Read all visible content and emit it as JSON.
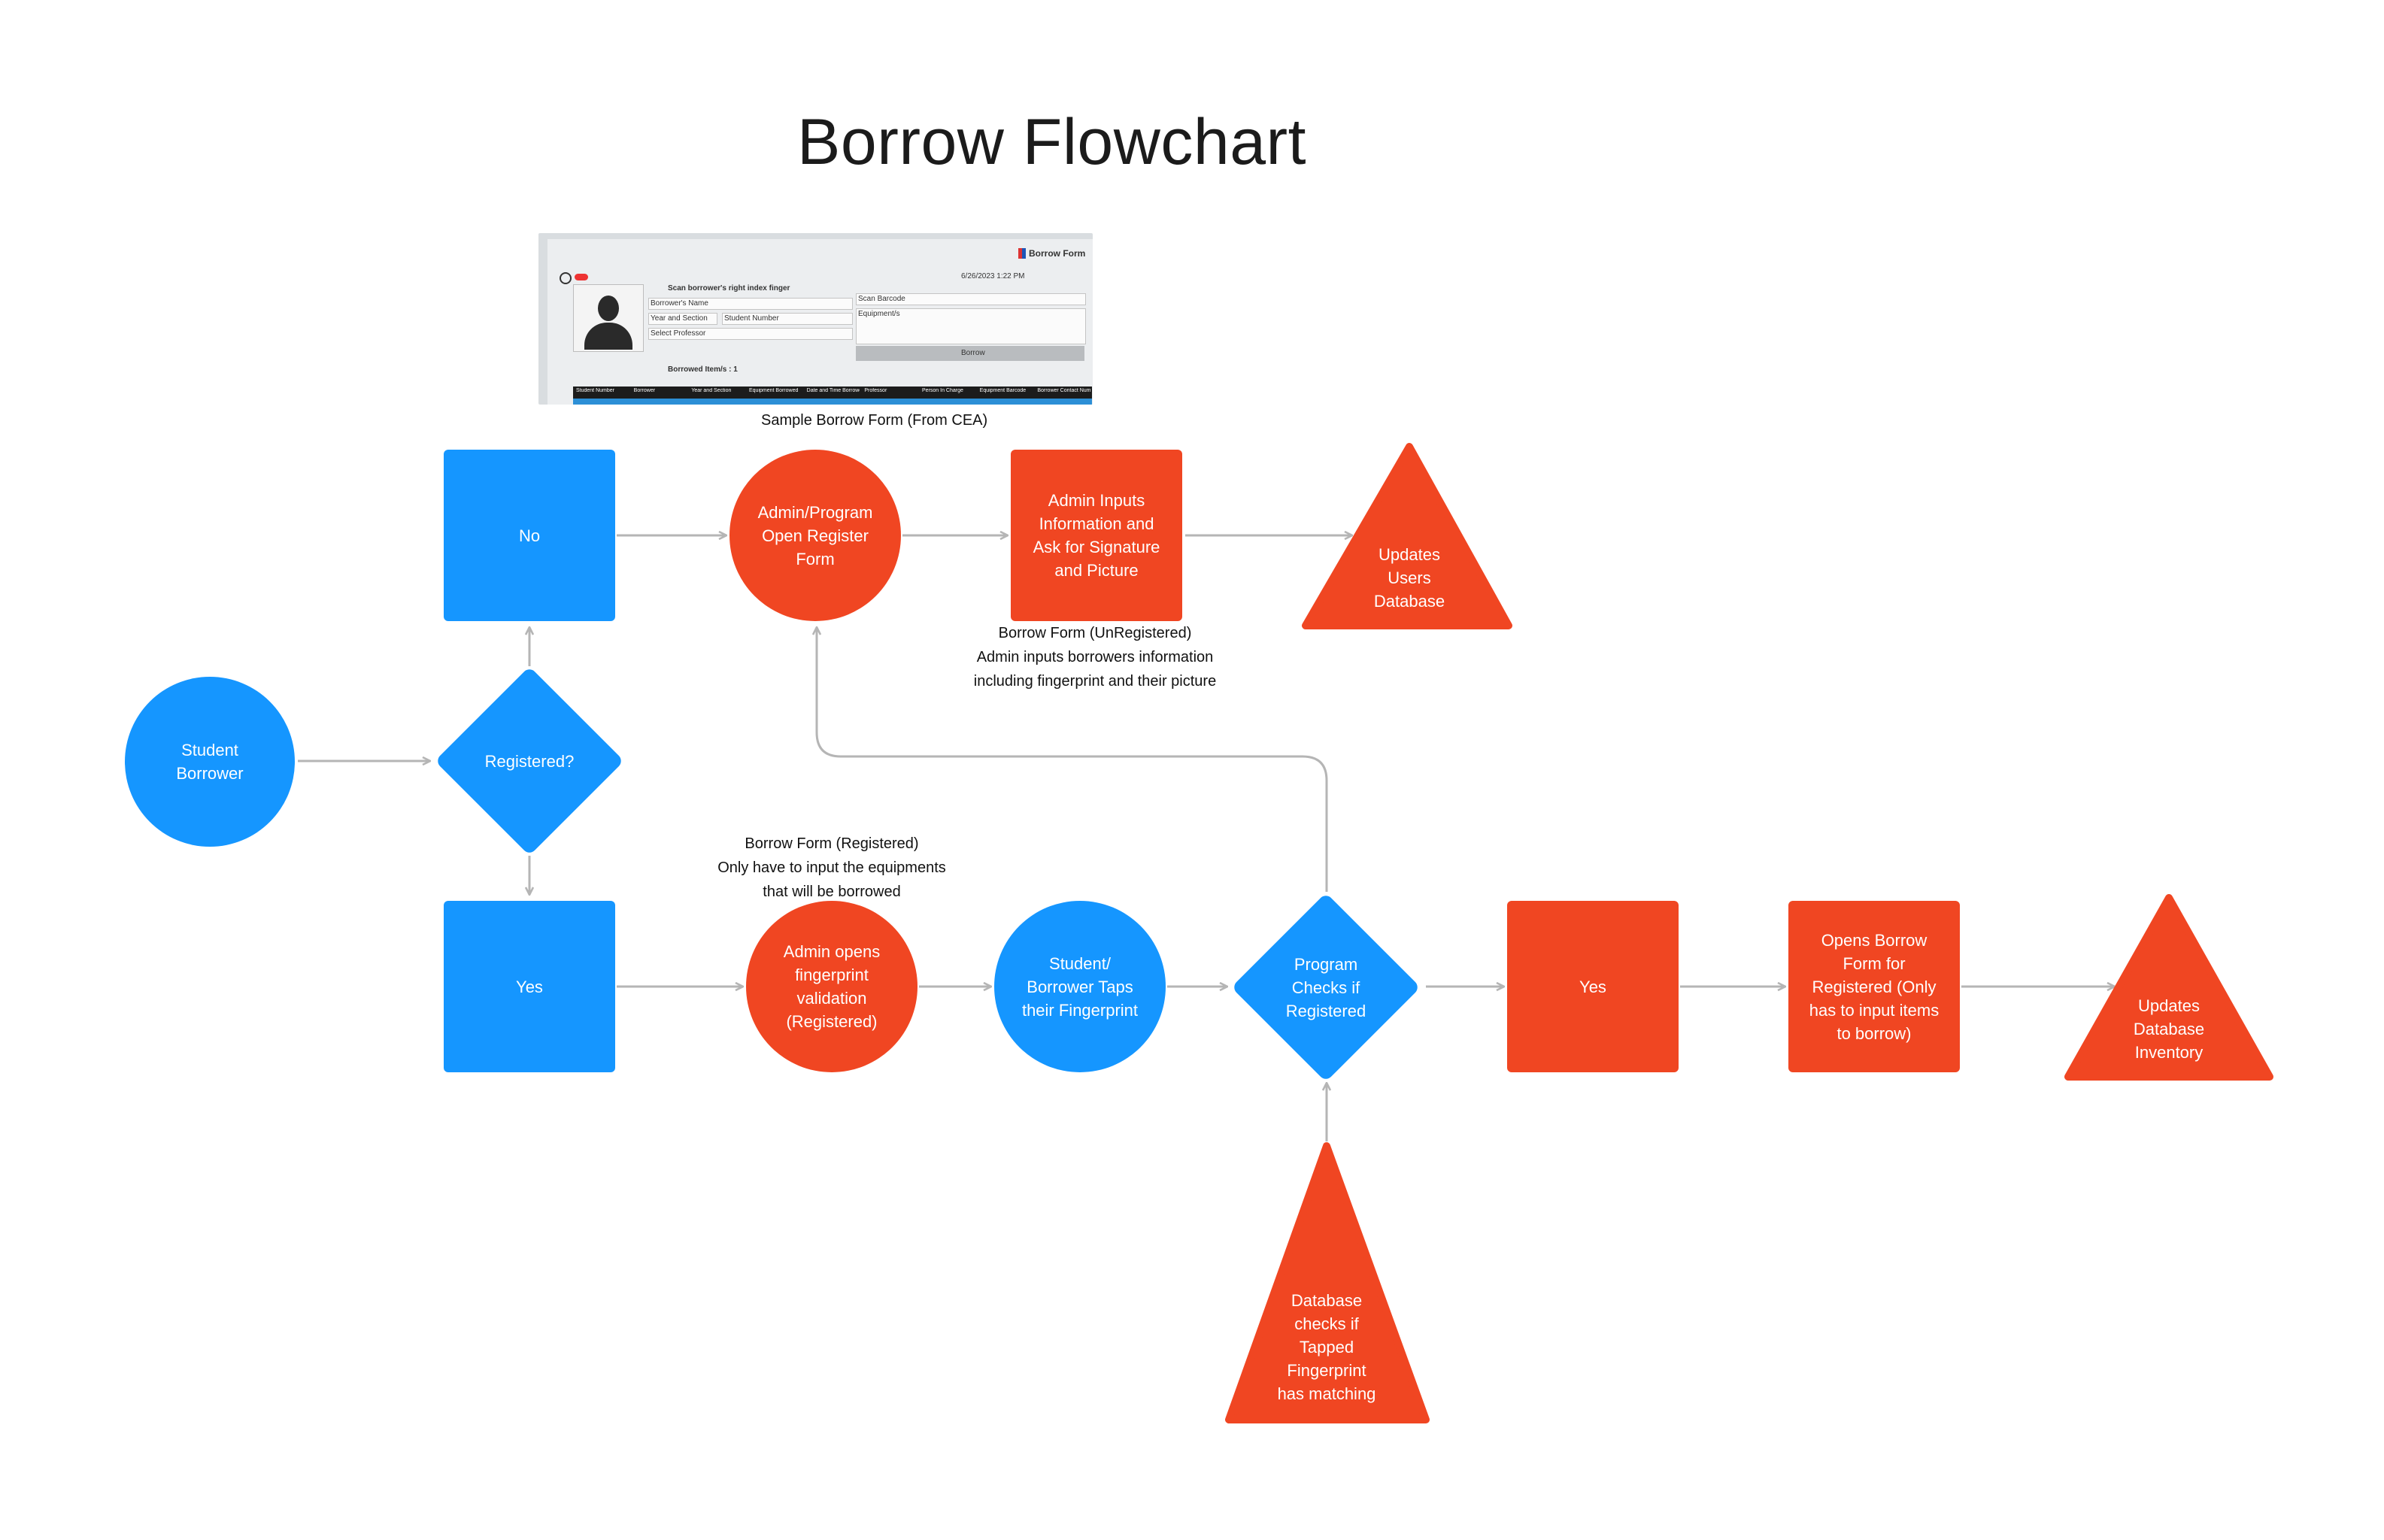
{
  "title": "Borrow Flowchart",
  "colors": {
    "blue": "#1596ff",
    "red": "#f04622",
    "connector": "#b5b5b5",
    "text": "#111111"
  },
  "captions": {
    "sample_form": "Sample Borrow Form (From CEA)",
    "unregistered": [
      "Borrow Form (UnRegistered)",
      "Admin inputs borrowers information",
      "including fingerprint and their picture"
    ],
    "registered": [
      "Borrow Form (Registered)",
      "Only have to input the equipments",
      "that will be borrowed"
    ]
  },
  "form_thumbnail": {
    "header": "Borrow Form",
    "scan_prompt": "Scan borrower's right index finger",
    "datetime": "6/26/2023 1:22 PM",
    "fields": {
      "name": "Borrower's Name",
      "year_section": "Year and Section",
      "student_number": "Student Number",
      "professor": "Select Professor",
      "barcode": "Scan Barcode",
      "equipments": "Equipment/s"
    },
    "button": "Borrow",
    "borrowed_count": "Borrowed Item/s : 1",
    "table_columns": [
      "Student Number",
      "Borrower",
      "Year and Section",
      "Equipment Borrowed",
      "Date and Time Borrowed",
      "Professor",
      "Person In Charge",
      "Equipment Barcode",
      "Borrower Contact Number"
    ]
  },
  "nodes": {
    "student_borrower": [
      "Student",
      "Borrower"
    ],
    "registered_q": [
      "Registered?"
    ],
    "no": [
      "No"
    ],
    "yes_left": [
      "Yes"
    ],
    "open_register": [
      "Admin/Program",
      "Open Register",
      "Form"
    ],
    "admin_inputs": [
      "Admin Inputs",
      "Information and",
      "Ask for Signature",
      "and Picture"
    ],
    "updates_users": [
      "Updates",
      "Users",
      "Database"
    ],
    "admin_opens": [
      "Admin opens",
      "fingerprint",
      "validation",
      "(Registered)"
    ],
    "student_taps": [
      "Student/",
      "Borrower Taps",
      "their Fingerprint"
    ],
    "program_checks": [
      "Program",
      "Checks if",
      "Registered"
    ],
    "yes_right": [
      "Yes"
    ],
    "opens_borrow": [
      "Opens Borrow",
      "Form for",
      "Registered (Only",
      "has to input items",
      "to borrow)"
    ],
    "updates_inventory": [
      "Updates",
      "Database",
      "Inventory"
    ],
    "database_checks": [
      "Database",
      "checks if",
      "Tapped",
      "Fingerprint",
      "has matching"
    ]
  }
}
